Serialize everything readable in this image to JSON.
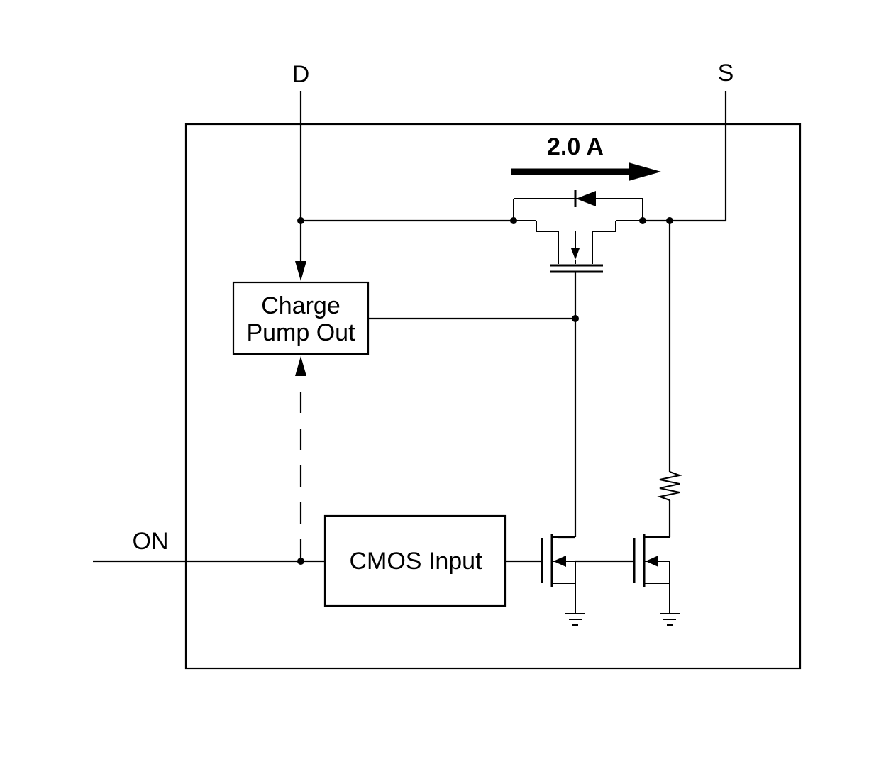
{
  "pins": {
    "drain": "D",
    "source": "S",
    "enable": "ON"
  },
  "current": {
    "label": "2.0 A"
  },
  "blocks": {
    "charge_pump": {
      "line1": "Charge",
      "line2": "Pump Out"
    },
    "cmos_input": {
      "label": "CMOS Input"
    }
  },
  "colors": {
    "ink": "#000000",
    "background": "#ffffff"
  }
}
